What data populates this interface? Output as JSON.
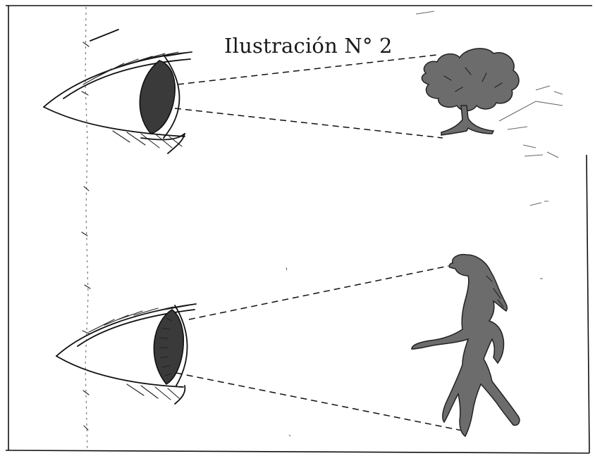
{
  "figure": {
    "title": "Ilustración N° 2",
    "colors": {
      "ink": "#111111",
      "silhouette_fill": "#6c6c6c",
      "iris_fill": "#3a3a3a",
      "paper": "#ffffff"
    },
    "panels": [
      {
        "id": "eye-looking-at-tree",
        "object": "tree-icon"
      },
      {
        "id": "eye-looking-at-person",
        "object": "person-silhouette-icon"
      }
    ]
  }
}
